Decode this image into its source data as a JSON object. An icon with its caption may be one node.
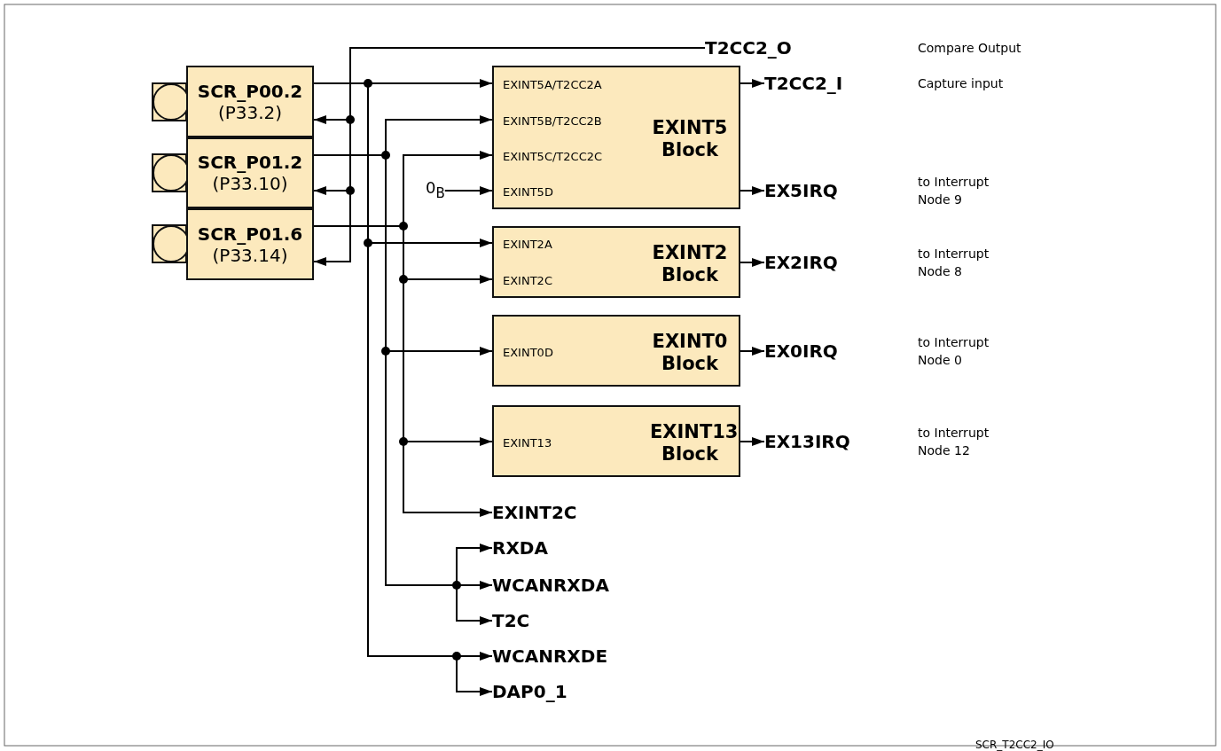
{
  "diagram": {
    "nodes": [
      {
        "text": [
          "SCR_P00.2",
          "(P33.2)"
        ]
      },
      {
        "text": [
          "SCR_P01.2",
          "(P33.10)"
        ]
      },
      {
        "text": [
          "SCR_P01.6",
          "(P33.14)"
        ]
      },
      {
        "text": [
          "T2CC2_O"
        ]
      },
      {
        "text": [
          "0$_{B}$"
        ]
      },
      {
        "text": [
          "EXINT5A/T2CC2A",
          "EXINT5B/T2CC2B",
          "EXINT5C/T2CC2C",
          "EXINT5D",
          "EXINT5 Block"
        ]
      },
      {
        "text": [
          "EXINT2A",
          "EXINT2C",
          "EXINT2 Block"
        ]
      },
      {
        "text": [
          "EXINT0D",
          "EXINT0 Block"
        ]
      },
      {
        "text": [
          "EXINT13",
          "EXINT13 Block"
        ]
      },
      {
        "text": [
          "T2CC2_I"
        ]
      },
      {
        "text": [
          "EX5IRQ"
        ]
      },
      {
        "text": [
          "EX2IRQ"
        ]
      },
      {
        "text": [
          "EX0IRQ"
        ]
      },
      {
        "text": [
          "EX13IRQ"
        ]
      },
      {
        "text": [
          "EXINT2C"
        ]
      },
      {
        "text": [
          "RXDA"
        ]
      },
      {
        "text": [
          "WCANRXDA"
        ]
      },
      {
        "text": [
          "T2C"
        ]
      },
      {
        "text": [
          "WCANRXDE"
        ]
      },
      {
        "text": [
          "DAP0_1"
        ]
      }
    ],
    "edges": [
      {
        "from": 3,
        "to": 0,
        "arrow": "to"
      },
      {
        "from": 3,
        "to": 1,
        "arrow": "to"
      },
      {
        "from": 3,
        "to": 2,
        "arrow": "to"
      },
      {
        "from": 0,
        "to": 5,
        "arrow": "to"
      },
      {
        "from": 0,
        "to": 6,
        "arrow": "to"
      },
      {
        "from": 0,
        "to": 18,
        "arrow": "to"
      },
      {
        "from": 0,
        "to": 19,
        "arrow": "to"
      },
      {
        "from": 1,
        "to": 5,
        "arrow": "to"
      },
      {
        "from": 1,
        "to": 7,
        "arrow": "to"
      },
      {
        "from": 1,
        "to": 15,
        "arrow": "to"
      },
      {
        "from": 1,
        "to": 16,
        "arrow": "to"
      },
      {
        "from": 1,
        "to": 17,
        "arrow": "to"
      },
      {
        "from": 2,
        "to": 5,
        "arrow": "to"
      },
      {
        "from": 2,
        "to": 6,
        "arrow": "to"
      },
      {
        "from": 2,
        "to": 8,
        "arrow": "to"
      },
      {
        "from": 2,
        "to": 14,
        "arrow": "to"
      },
      {
        "from": 4,
        "to": 5,
        "arrow": "to"
      },
      {
        "from": 5,
        "to": 9,
        "arrow": "to"
      },
      {
        "from": 5,
        "to": 10,
        "arrow": "to"
      },
      {
        "from": 6,
        "to": 11,
        "arrow": "to"
      },
      {
        "from": 7,
        "to": 12,
        "arrow": "to"
      },
      {
        "from": 8,
        "to": 13,
        "arrow": "to"
      }
    ],
    "labels": [
      "Compare Output",
      "Capture input",
      "to Interrupt Node 9",
      "to Interrupt Node 8",
      "to Interrupt Node 0",
      "to Interrupt Node 12",
      "SCR_T2CC2_IO"
    ]
  }
}
